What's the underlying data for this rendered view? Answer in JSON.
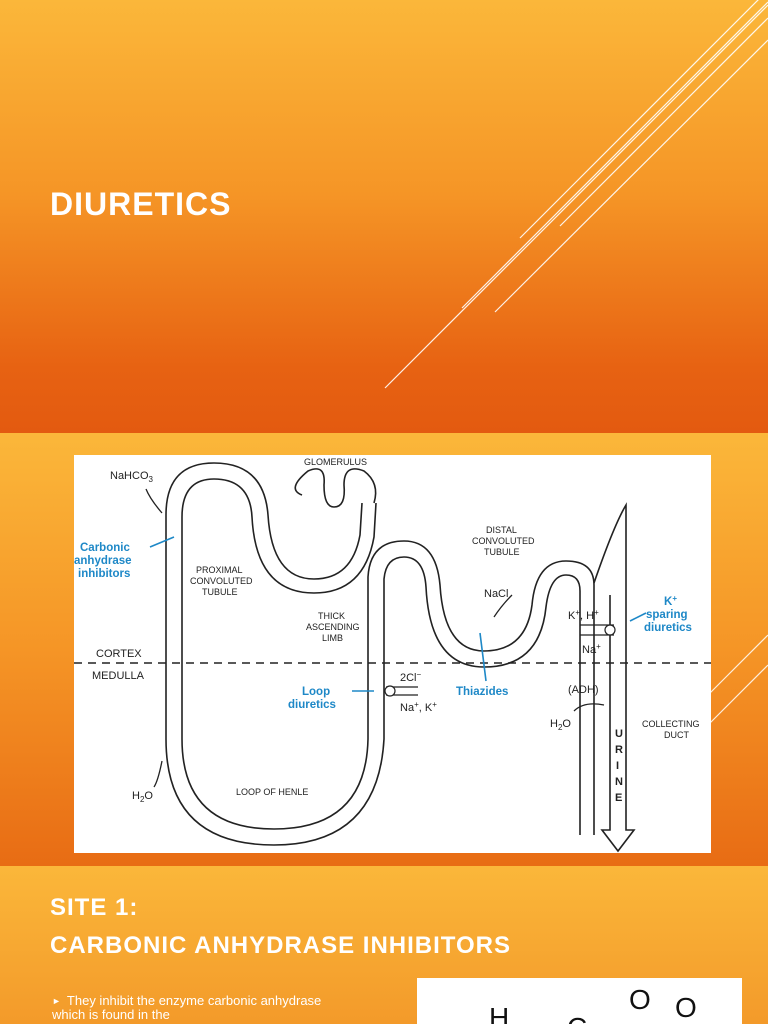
{
  "slide1": {
    "title": "DIURETICS"
  },
  "slide2": {
    "diagram": {
      "labels": {
        "nahco3": "NaHCO",
        "nahco3_sub": "3",
        "glomerulus": "GLOMERULUS",
        "pct_1": "PROXIMAL",
        "pct_2": "CONVOLUTED",
        "pct_3": "TUBULE",
        "dct_1": "DISTAL",
        "dct_2": "CONVOLUTED",
        "dct_3": "TUBULE",
        "thick_1": "THICK",
        "thick_2": "ASCENDING",
        "thick_3": "LIMB",
        "cortex": "CORTEX",
        "medulla": "MEDULLA",
        "h2o_left": "H",
        "h2o_left_sub": "2",
        "h2o_left_end": "O",
        "loop_of_henle": "LOOP OF HENLE",
        "nacl": "NaCl",
        "two_cl": "2Cl",
        "two_cl_sup": "−",
        "na_k": "Na",
        "na_k_rest": ", K",
        "kh": "K",
        "kh_mid": ", H",
        "na_dist": "Na",
        "adh": "(ADH)",
        "h2o_right": "H",
        "h2o_right_sub": "2",
        "h2o_right_end": "O",
        "collecting_1": "COLLECTING",
        "collecting_2": "DUCT",
        "urine": [
          "U",
          "R",
          "I",
          "N",
          "E"
        ],
        "plus": "+"
      },
      "drug_labels": {
        "carbonic_1": "Carbonic",
        "carbonic_2": "anhydrase",
        "carbonic_3": "inhibitors",
        "loop_1": "Loop",
        "loop_2": "diuretics",
        "thiazides": "Thiazides",
        "ksparing_1": "K",
        "ksparing_sup": "+",
        "ksparing_2": "sparing",
        "ksparing_3": "diuretics"
      }
    }
  },
  "slide3": {
    "title_line1": "SITE 1:",
    "title_line2": "CARBONIC ANHYDRASE INHIBITORS",
    "bullet": "They inhibit the enzyme carbonic anhydrase which is found in the",
    "chem": {
      "h": "H",
      "c": "C",
      "o1": "O",
      "o2": "O"
    }
  },
  "colors": {
    "accent_blue": "#1e88c7",
    "orange_top": "#fbb73a",
    "orange_bottom": "#e35a10"
  }
}
